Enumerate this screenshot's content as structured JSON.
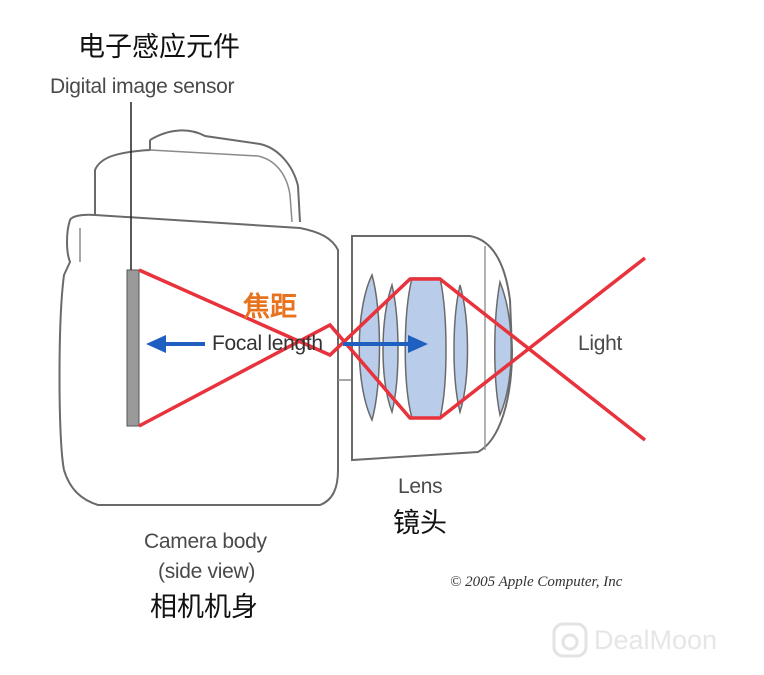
{
  "labels": {
    "sensor_cn": "电子感应元件",
    "sensor_en": "Digital image sensor",
    "focal_cn": "焦距",
    "focal_en": "Focal length",
    "light_en": "Light",
    "lens_en": "Lens",
    "lens_cn": "镜头",
    "body_en_1": "Camera body",
    "body_en_2": "(side view)",
    "body_cn": "相机机身",
    "copyright": "© 2005 Apple Computer, Inc",
    "watermark": "DealMoon"
  },
  "colors": {
    "light_ray": "#e8323c",
    "arrow": "#1f5fbf",
    "lens_fill": "#b9cdeb",
    "outline": "#666666",
    "sensor": "#9a9a9a",
    "focal_cn": "#e8731f"
  },
  "icons": {
    "watermark_logo": "dealmoon-logo-icon"
  }
}
